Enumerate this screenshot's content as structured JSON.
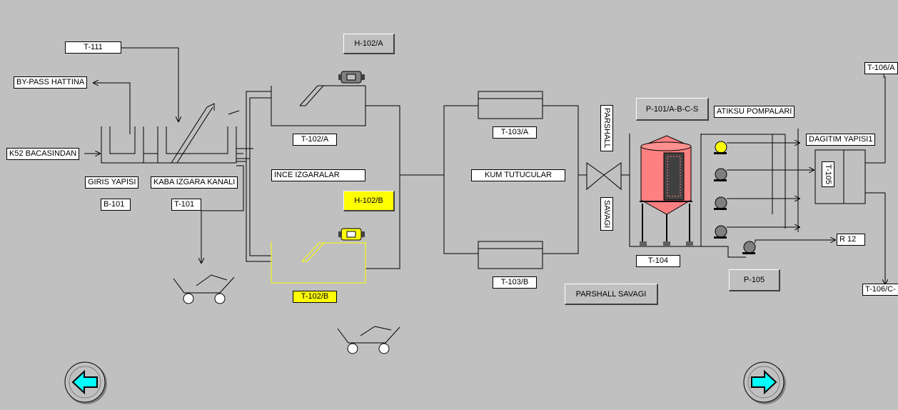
{
  "labels": {
    "t111": "T-111",
    "bypass": "BY-PASS HATTINA",
    "k52": "K52 BACASINDAN",
    "giris": "GIRIS YAPISI",
    "kaba": "KABA IZGARA KANALI",
    "b101": "B-101",
    "t101": "T-101",
    "t102a": "T-102/A",
    "ince": "INCE IZGARALAR",
    "t102b": "T-102/B",
    "t103a": "T-103/A",
    "kum": "KUM TUTUCULAR",
    "t103b": "T-103/B",
    "parshall_v": "PARSHALL",
    "savagi_v": "SAVAGI",
    "atiksu": "ATIKSU POMPALARI",
    "dagitim": "DAGITIM YAPISI1",
    "t105": "T-105",
    "t104": "T-104",
    "r12": "R 12",
    "t106a": "T-106/A",
    "t106c": "T-106/C-"
  },
  "buttons": {
    "h102a": "H-102/A",
    "h102b": "H-102/B",
    "p101": "P-101/A-B-C-S",
    "p105": "P-105",
    "parshall_savagi": "PARSHALL SAVAGI"
  },
  "nav": {
    "back_icon": "left-arrow-icon",
    "forward_icon": "right-arrow-icon"
  },
  "colors": {
    "background": "#c0c0c0",
    "highlight": "#ffff00",
    "tank": "#ff8080",
    "nav_arrow": "#00ffff",
    "pump_active": "#ffff00",
    "pump_idle": "#808080"
  }
}
